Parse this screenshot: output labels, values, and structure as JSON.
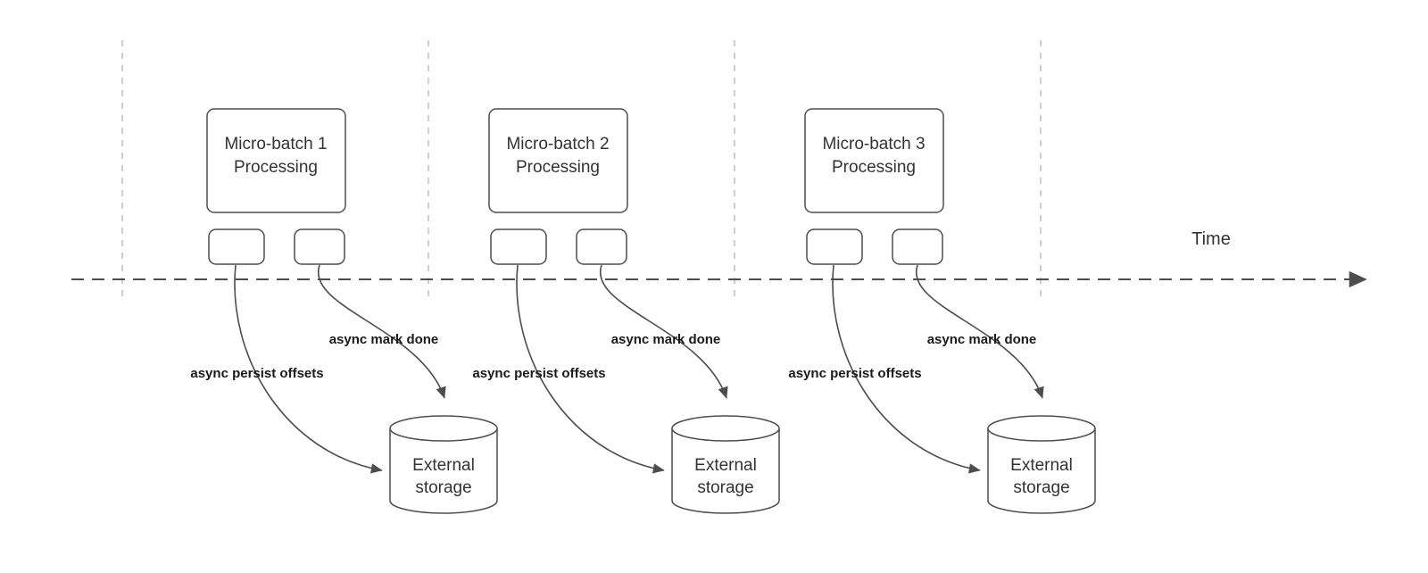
{
  "diagram": {
    "time_label": "Time",
    "colors": {
      "stroke": "#4d4d4d",
      "guide": "#bdbdbd",
      "text": "#333333",
      "annotation_text": "#1a1a1a",
      "background": "#ffffff"
    },
    "groups": [
      {
        "title_line1": "Micro-batch 1",
        "title_line2": "Processing",
        "persist_label": "async persist offsets",
        "done_label": "async mark done",
        "storage_line1": "External",
        "storage_line2": "storage"
      },
      {
        "title_line1": "Micro-batch 2",
        "title_line2": "Processing",
        "persist_label": "async persist offsets",
        "done_label": "async mark done",
        "storage_line1": "External",
        "storage_line2": "storage"
      },
      {
        "title_line1": "Micro-batch 3",
        "title_line2": "Processing",
        "persist_label": "async persist offsets",
        "done_label": "async mark done",
        "storage_line1": "External",
        "storage_line2": "storage"
      }
    ]
  }
}
